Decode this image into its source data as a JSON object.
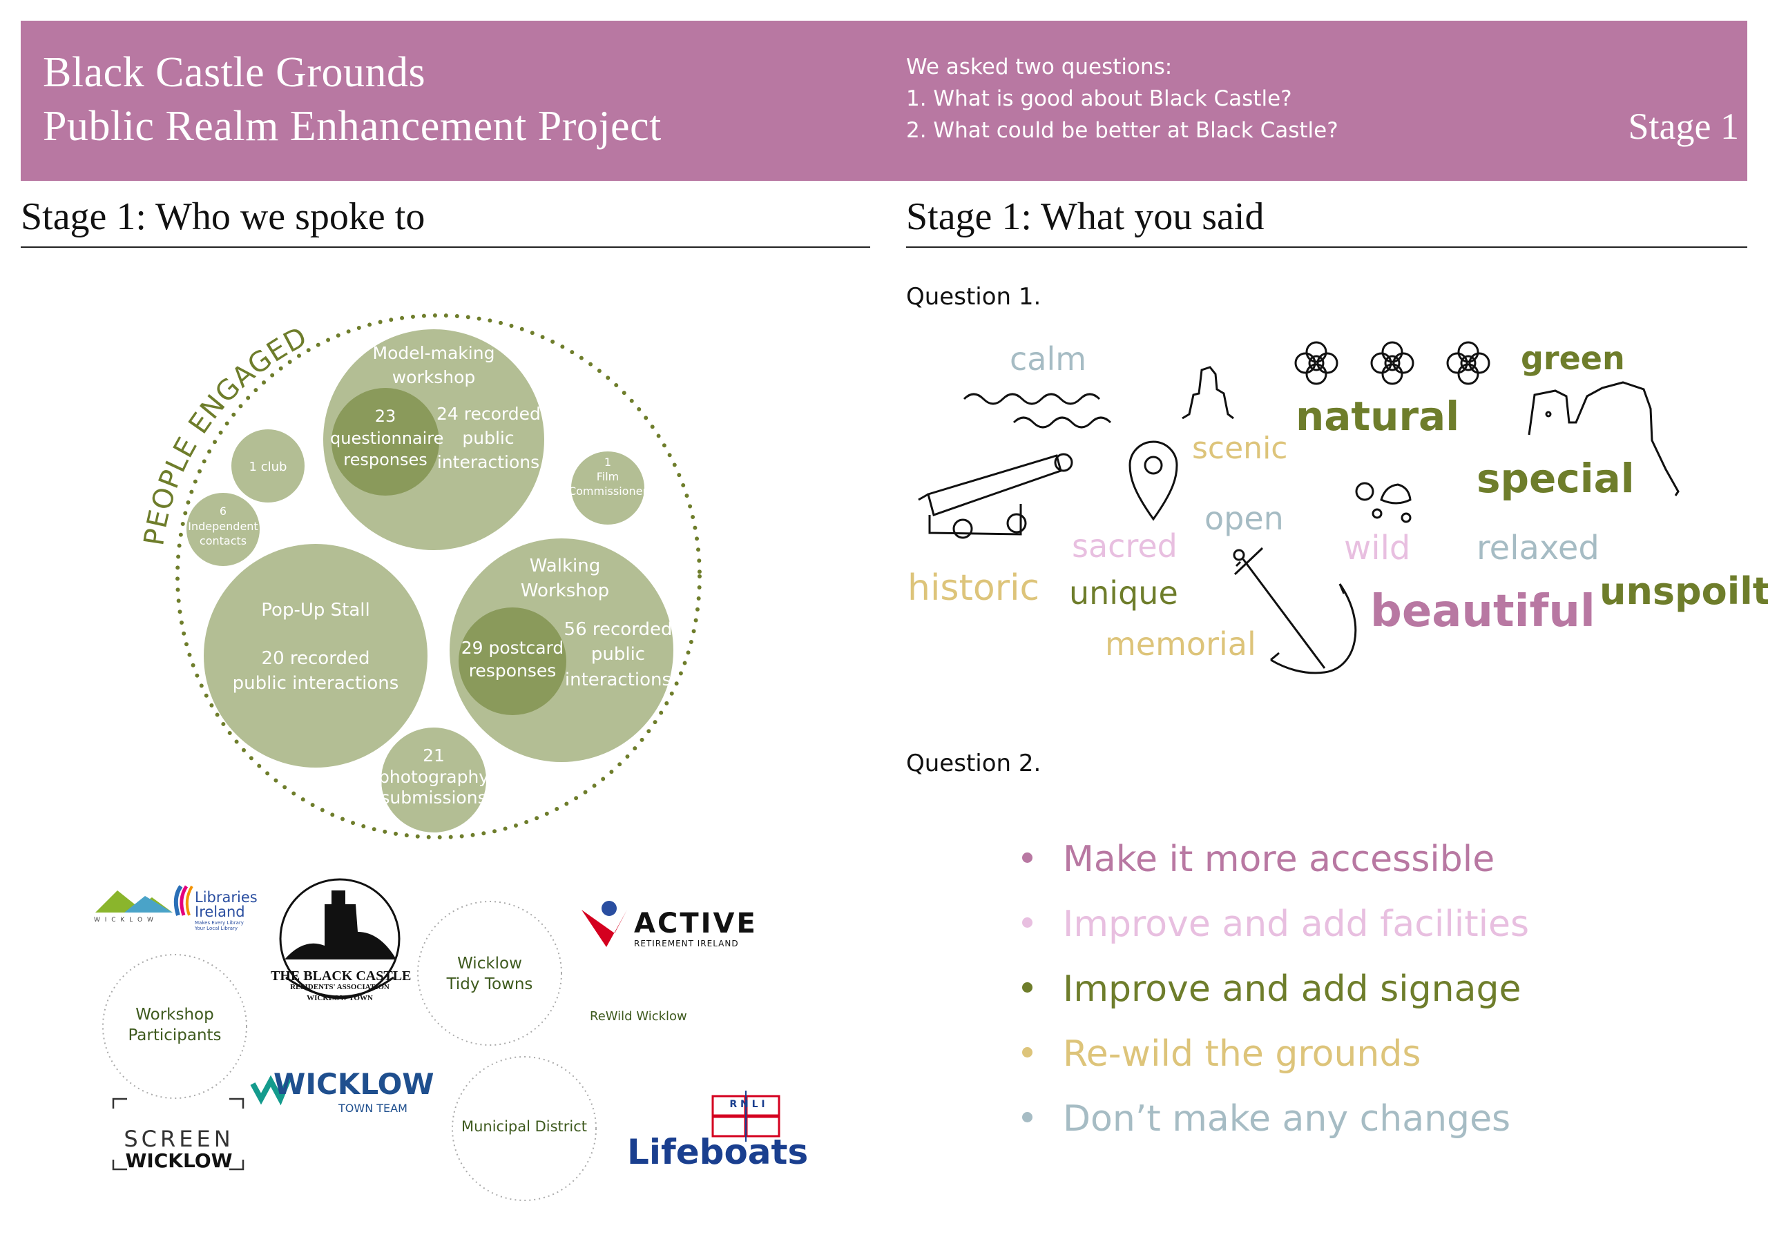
{
  "header": {
    "title_line1": "Black Castle Grounds",
    "title_line2": "Public Realm Enhancement Project",
    "questions_intro": "We asked two questions:",
    "question1": "1. What is good about Black Castle?",
    "question2": "2. What could be better at Black Castle?",
    "stage": "Stage 1"
  },
  "left": {
    "heading": "Stage 1: Who we spoke to",
    "arc_label": "PEOPLE ENGAGED",
    "bubbles": {
      "model_title_1": "Model-making",
      "model_title_2": "workshop",
      "model_recorded_1": "24 recorded",
      "model_recorded_2": "public",
      "model_recorded_3": "interactions",
      "questionnaire_1": "23",
      "questionnaire_2": "questionnaire",
      "questionnaire_3": "responses",
      "club": "1 club",
      "film_1": "1",
      "film_2": "Film",
      "film_3": "Commissioner",
      "independent_1": "6",
      "independent_2": "Independent",
      "independent_3": "contacts",
      "popup_1": "Pop-Up Stall",
      "popup_2": "20 recorded",
      "popup_3": "public interactions",
      "walking_1": "Walking",
      "walking_2": "Workshop",
      "walking_recorded_1": "56 recorded",
      "walking_recorded_2": "public",
      "walking_recorded_3": "interactions",
      "postcard_1": "29 postcard",
      "postcard_2": "responses",
      "photo_1": "21",
      "photo_2": "photography",
      "photo_3": "submissions"
    },
    "logos": {
      "wicklow_small": "W I C K L O W",
      "libraries_1": "Libraries",
      "libraries_2": "Ireland",
      "libraries_tag_1": "Makes Every Library",
      "libraries_tag_2": "Your Local Library",
      "blackcastle_1": "THE BLACK CASTLE",
      "blackcastle_2": "RESIDENTS' ASSOCIATION",
      "blackcastle_3": "WICKLOW TOWN",
      "tidy_1": "Wicklow",
      "tidy_2": "Tidy Towns",
      "active_1": "ACTIVE",
      "active_2": "RETIREMENT IRELAND",
      "rewild": "ReWild Wicklow",
      "workshop_1": "Workshop",
      "workshop_2": "Participants",
      "wicklow_big": "WICKLOW",
      "town_team": "TOWN TEAM",
      "screen_1": "SCREEN",
      "screen_2": "WICKLOW",
      "municipal": "Municipal District",
      "rnli": "R N L I",
      "lifeboats": "Lifeboats"
    }
  },
  "right": {
    "heading": "Stage 1: What you said",
    "q1_label": "Question 1.",
    "q2_label": "Question 2.",
    "words": {
      "calm": "calm",
      "green": "green",
      "natural": "natural",
      "scenic": "scenic",
      "special": "special",
      "open": "open",
      "sacred": "sacred",
      "wild": "wild",
      "relaxed": "relaxed",
      "historic": "historic",
      "unique": "unique",
      "unspoilt": "unspoilt",
      "beautiful": "beautiful",
      "memorial": "memorial"
    },
    "suggestions": [
      {
        "text": "Make it more accessible",
        "color": "#b878a2"
      },
      {
        "text": "Improve and add facilities",
        "color": "#e8bfe0"
      },
      {
        "text": "Improve and add signage",
        "color": "#6e7d2b"
      },
      {
        "text": "Re-wild the grounds",
        "color": "#ddc47a"
      },
      {
        "text": "Don’t make any changes",
        "color": "#a6bcc4"
      }
    ]
  },
  "colors": {
    "banner": "#b878a2",
    "bubble_light": "#b3be94",
    "bubble_dark": "#8a9a5b",
    "olive": "#6e7d2b",
    "pink": "#b878a2",
    "light_pink": "#e8bfe0",
    "gold": "#ddc47a",
    "blue_grey": "#a6bcc4"
  }
}
